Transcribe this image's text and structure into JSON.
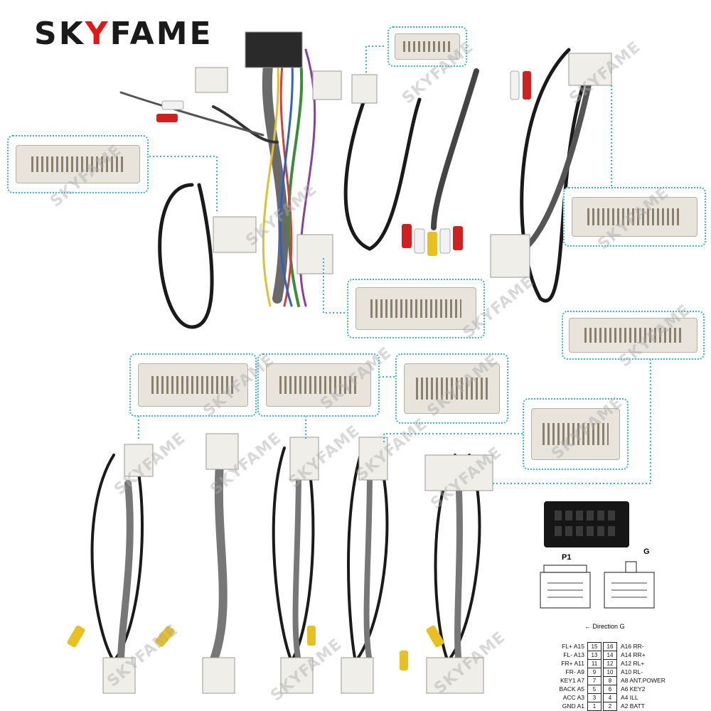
{
  "brand": {
    "text_a": "SK",
    "text_y": "Y",
    "text_b": "FAME",
    "accent": "#e01818"
  },
  "watermark": "SKYFAME",
  "labels": {
    "p1": "P1",
    "g": "G",
    "direction": "← Direction G"
  },
  "pinout": [
    {
      "l": "FL+",
      "la": "A15",
      "n1": "15",
      "n2": "16",
      "ra": "A16",
      "r": "RR-"
    },
    {
      "l": "FL-",
      "la": "A13",
      "n1": "13",
      "n2": "14",
      "ra": "A14",
      "r": "RR+"
    },
    {
      "l": "FR+",
      "la": "A11",
      "n1": "11",
      "n2": "12",
      "ra": "A12",
      "r": "RL+"
    },
    {
      "l": "FR-",
      "la": "A9",
      "n1": "9",
      "n2": "10",
      "ra": "A10",
      "r": "RL-"
    },
    {
      "l": "KEY1",
      "la": "A7",
      "n1": "7",
      "n2": "8",
      "ra": "A8",
      "r": "ANT.POWER"
    },
    {
      "l": "BACK",
      "la": "A5",
      "n1": "5",
      "n2": "6",
      "ra": "A6",
      "r": "KEY2"
    },
    {
      "l": "ACC",
      "la": "A3",
      "n1": "3",
      "n2": "4",
      "ra": "A4",
      "r": "ILL"
    },
    {
      "l": "GND",
      "la": "A1",
      "n1": "1",
      "n2": "2",
      "ra": "A2",
      "r": "BATT"
    }
  ]
}
